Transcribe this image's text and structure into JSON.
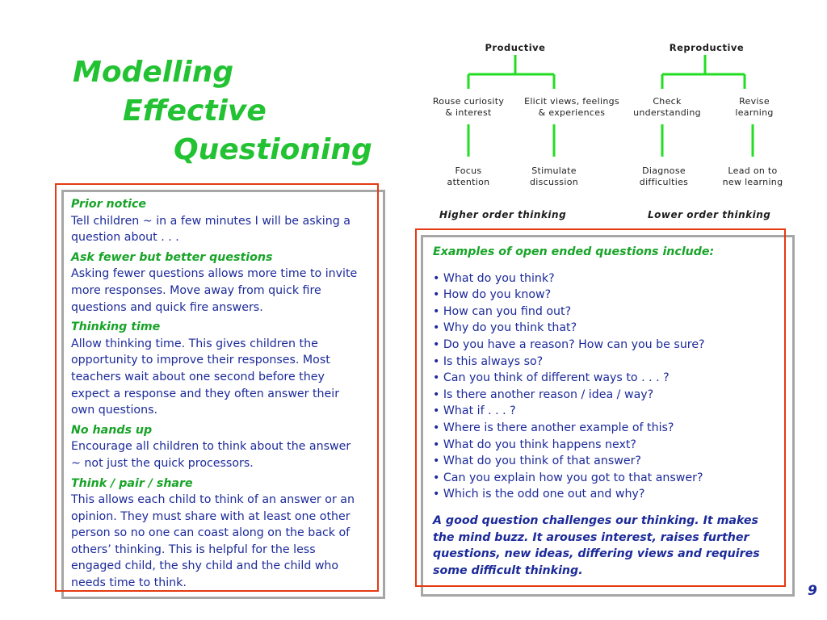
{
  "title": {
    "line1": "Modelling",
    "line2": "Effective",
    "line3": "Questioning"
  },
  "diagram": {
    "productive": {
      "label": "Productive",
      "branches": [
        {
          "top": "Rouse curiosity\n& interest",
          "bottom": "Focus\nattention"
        },
        {
          "top": "Elicit views, feelings\n& experiences",
          "bottom": "Stimulate\ndiscussion"
        }
      ],
      "footer": "Higher order thinking"
    },
    "reproductive": {
      "label": "Reproductive",
      "branches": [
        {
          "top": "Check\nunderstanding",
          "bottom": "Diagnose\ndifficulties"
        },
        {
          "top": "Revise\nlearning",
          "bottom": "Lead on to\nnew learning"
        }
      ],
      "footer": "Lower order thinking"
    },
    "line_color": "#22dd22"
  },
  "left_panel": {
    "sections": [
      {
        "heading": "Prior notice",
        "body": "Tell children ~ in a few minutes I will be asking a question about . . ."
      },
      {
        "heading": "Ask fewer but better questions",
        "body": "Asking fewer questions allows more time to invite more responses. Move away from quick fire questions and quick fire answers."
      },
      {
        "heading": "Thinking time",
        "body": "Allow thinking time.  This gives children the opportunity to improve their responses.  Most teachers wait about one second before they expect a response and they often answer their own questions."
      },
      {
        "heading": "No hands up",
        "body": "Encourage all children to think about the answer ~ not just the quick processors."
      },
      {
        "heading": "Think / pair / share",
        "body": "This allows each child to think of an answer or an opinion.  They must share with at least one other person so no one can coast along on the back of others’ thinking.  This is helpful for the less engaged child, the shy child and the child who needs time to think."
      }
    ]
  },
  "right_panel": {
    "heading": "Examples of open ended questions include:",
    "questions": [
      "• What do you think?",
      "• How do you know?",
      "• How can you find out?",
      "• Why do you think that?",
      "• Do you have a reason?   How can you be sure?",
      "• Is this always so?",
      "• Can you think of different ways to . . . ?",
      "• Is there another reason / idea / way?",
      "• What if . . . ?",
      "• Where is there another example of this?",
      "• What do you think happens next?",
      "• What do you think of that answer?",
      "• Can you explain how you got to that answer?",
      "• Which is the odd one out and why?"
    ],
    "closing": "A good question challenges our thinking.  It makes the mind buzz.  It arouses interest, raises further questions, new ideas, differing views and requires some difficult thinking."
  },
  "page_number": "9",
  "colors": {
    "title_green": "#22c232",
    "heading_green": "#18a428",
    "text_blue": "#1c2a9a",
    "frame_red": "#e53a12",
    "shadow_grey": "#a6a6a6"
  }
}
